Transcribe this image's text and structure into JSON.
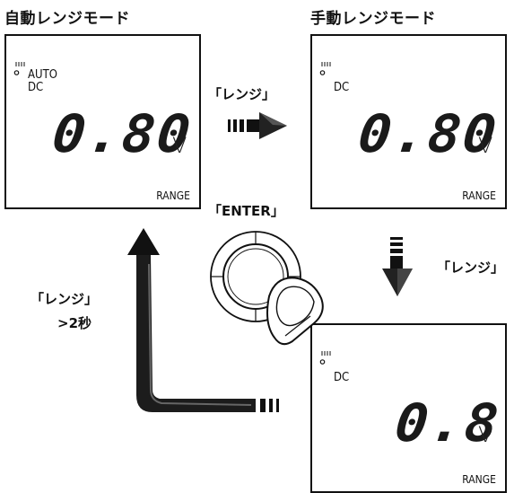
{
  "titles": {
    "auto_mode": "自動レンジモード",
    "manual_mode": "手動レンジモード"
  },
  "labels": {
    "range_top": "「レンジ」",
    "enter": "「ENTER」",
    "range_right": "「レンジ」",
    "range_left": "「レンジ」",
    "hold_time": ">2秒"
  },
  "panels": {
    "auto": {
      "auto": "AUTO",
      "mode": "DC",
      "reading": "0.80",
      "unit": "V",
      "range": "RANGE"
    },
    "manual_top": {
      "mode": "DC",
      "reading": "0.80",
      "unit": "V",
      "range": "RANGE"
    },
    "manual_bottom": {
      "mode": "DC",
      "reading": "0.8",
      "unit": "V",
      "range": "RANGE"
    }
  },
  "colors": {
    "ink": "#111111",
    "panel_bg": "#ffffff"
  }
}
